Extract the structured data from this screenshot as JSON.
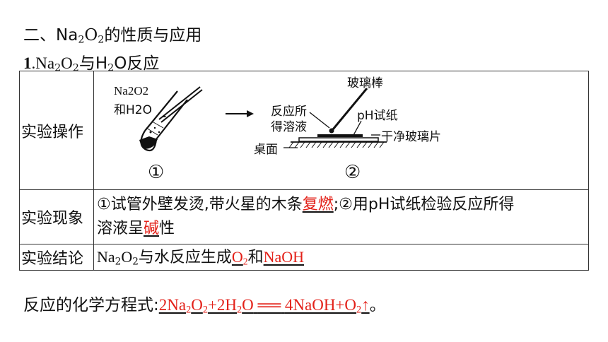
{
  "heading": {
    "prefix": "二、Na",
    "sub1": "2",
    "mid": "O",
    "sub2": "2",
    "suffix": "的性质与应用"
  },
  "subheading": {
    "num": "1",
    "p1": ".Na",
    "s1": "2",
    "p2": "O",
    "s2": "2",
    "p3": "与H",
    "s3": "2",
    "p4": "O反应"
  },
  "table": {
    "rows": [
      {
        "label": "实验操作"
      },
      {
        "label": "实验现象"
      },
      {
        "label": "实验结论"
      }
    ],
    "diagram": {
      "reagent_line1": "Na2O2",
      "reagent_line2": "和H2O",
      "glass_rod": "玻璃棒",
      "solution_l1": "反应所",
      "solution_l2": "得溶液",
      "ph_paper": "pH试纸",
      "glass_piece": "干净玻璃片",
      "table_top": "桌面",
      "step1": "①",
      "step2": "②"
    },
    "phenomenon": {
      "t1": "①试管外壁发烫,带火星的木条",
      "a1": "复燃",
      "t2": ";②用pH试纸检验反应所得",
      "t3": "溶液呈",
      "a2": "碱",
      "t4": "性"
    },
    "conclusion": {
      "t1": "Na",
      "s1": "2",
      "t2": "O",
      "s2": "2",
      "t3": "与水反应生成",
      "a1": "O",
      "a1s": "2",
      "t4": "和",
      "a2": "NaOH"
    }
  },
  "equation": {
    "label": "反应的化学方程式:",
    "e1": "2Na",
    "s1": "2",
    "e2": "O",
    "s2": "2",
    "e3": "+2H",
    "s3": "2",
    "e4": "O",
    "arrow": "══",
    "e5": "4NaOH+O",
    "s4": "2",
    "e6": "↑",
    "end": "。"
  },
  "colors": {
    "answer": "#e32119",
    "border": "#333333"
  }
}
